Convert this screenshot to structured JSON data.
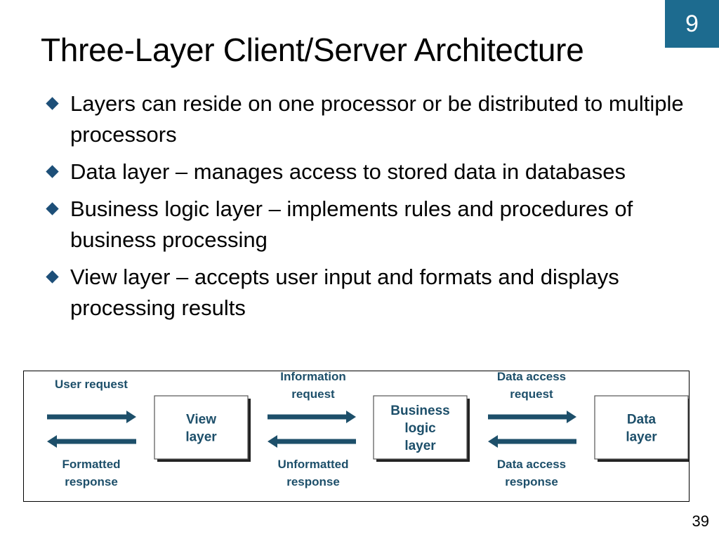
{
  "chapter_number": "9",
  "title": "Three-Layer Client/Server Architecture",
  "bullets": [
    {
      "text": "Layers can reside on one processor or be distributed to multiple processors"
    },
    {
      "text": "Data layer – manages access to stored data in databases"
    },
    {
      "text": "Business logic layer – implements rules and procedures of business processing"
    },
    {
      "text": "View layer – accepts user input and formats and displays processing results"
    }
  ],
  "diagram": {
    "colors": {
      "arrow": "#1d4f6a",
      "text": "#1d4f6a",
      "box_shadow": "#222222"
    },
    "boxes": [
      {
        "lines": [
          "View",
          "layer"
        ]
      },
      {
        "lines": [
          "Business",
          "logic",
          "layer"
        ]
      },
      {
        "lines": [
          "Data",
          "layer"
        ]
      }
    ],
    "flows": [
      {
        "request": [
          "User request"
        ],
        "response": [
          "Formatted",
          "response"
        ]
      },
      {
        "request": [
          "Information",
          "request"
        ],
        "response": [
          "Unformatted",
          "response"
        ]
      },
      {
        "request": [
          "Data access",
          "request"
        ],
        "response": [
          "Data access",
          "response"
        ]
      }
    ]
  },
  "page_number": "39"
}
